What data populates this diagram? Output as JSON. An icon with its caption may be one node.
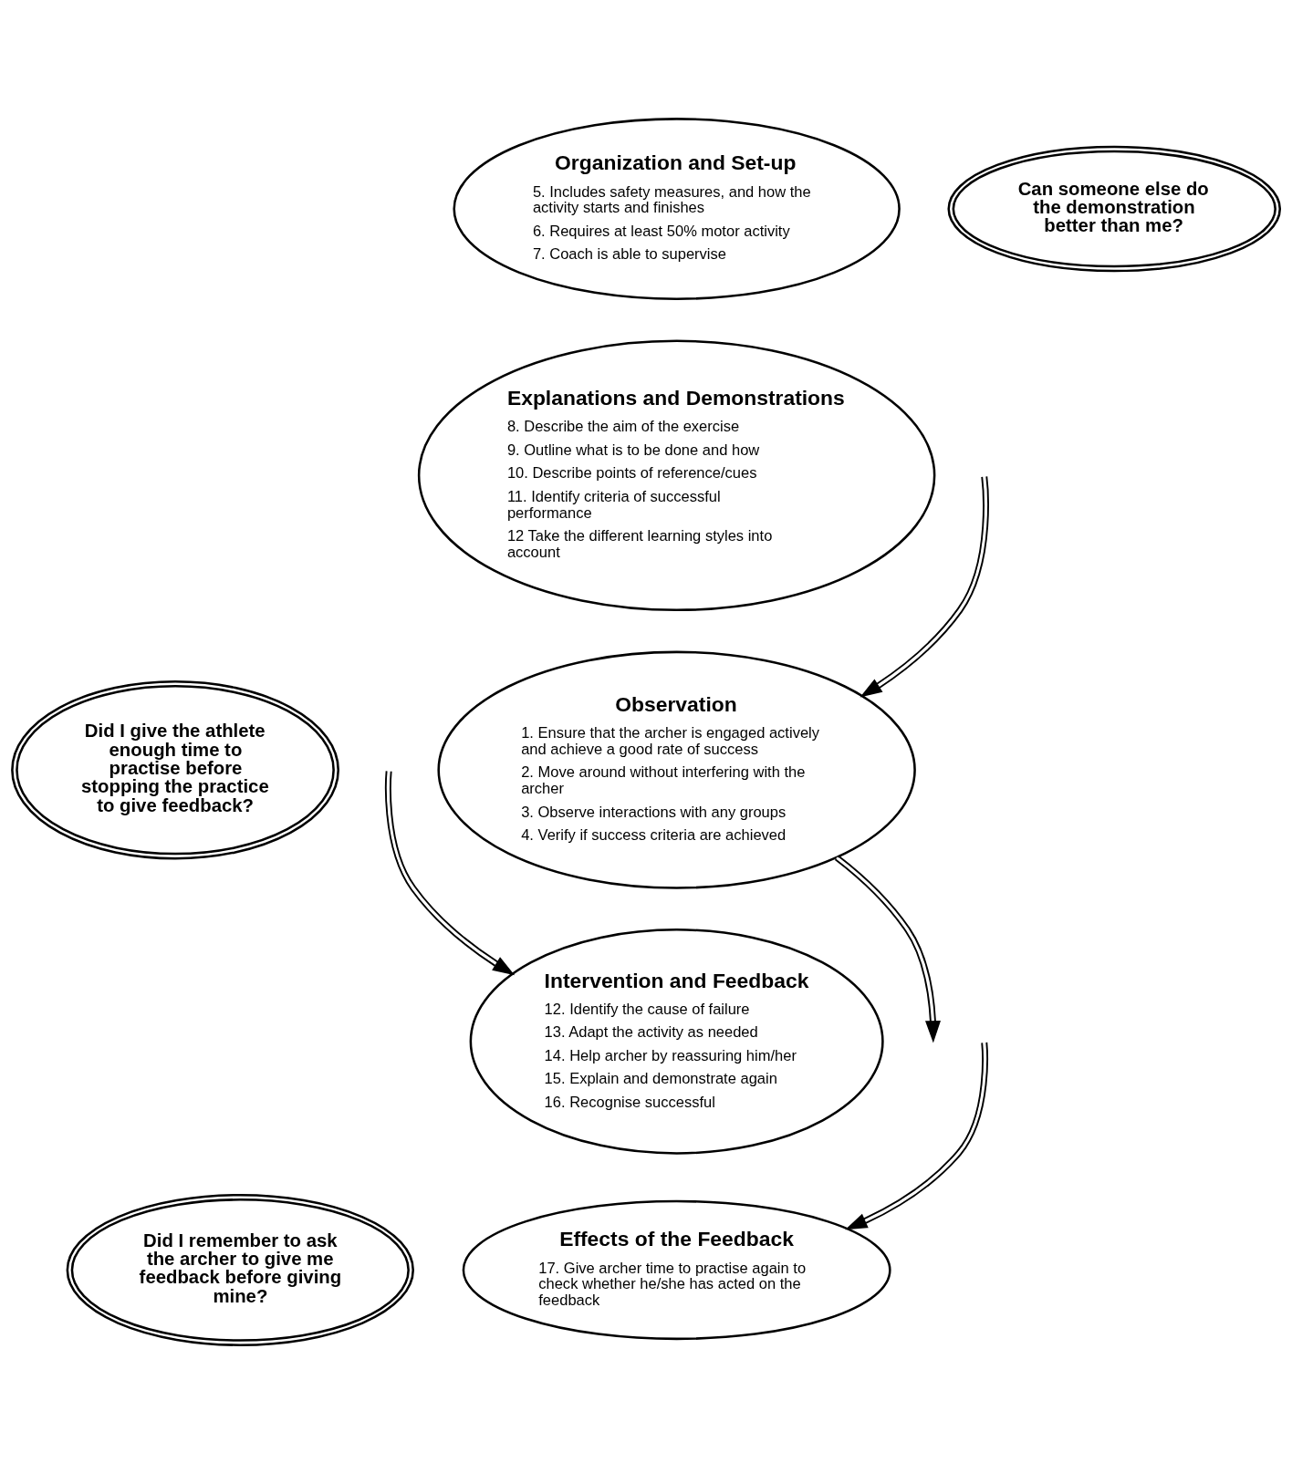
{
  "diagram": {
    "nodes": [
      {
        "text": [
          "Organization and Set-up",
          "5. Includes safety measures, and how the activity starts and finishes",
          "6. Requires at least 50% motor activity",
          "7. Coach is able to supervise"
        ]
      },
      {
        "text": [
          "Can someone else do the demonstration better than me?"
        ]
      },
      {
        "text": [
          "Explanations and Demonstrations",
          "8. Describe the aim of the exercise",
          "9. Outline what is to be done and how",
          "10. Describe points of reference/cues",
          "11. Identify criteria of successful performance",
          "12 Take the different learning styles into account"
        ]
      },
      {
        "text": [
          "Did I give the athlete enough time to practise before stopping the practice to give feedback?"
        ]
      },
      {
        "text": [
          "Observation",
          "1. Ensure that the archer is engaged actively and achieve a good rate of success",
          "2. Move around without interfering with the archer",
          "3. Observe interactions with any groups",
          "4. Verify if success criteria are achieved"
        ]
      },
      {
        "text": [
          "Intervention and Feedback",
          "12. Identify the cause of failure",
          "13. Adapt the activity as needed",
          "14. Help archer by reassuring him/her",
          "15. Explain and demonstrate again",
          "16. Recognise successful"
        ]
      },
      {
        "text": [
          "Effects of the Feedback",
          "17. Give archer time to practise again to check whether he/she has acted on the feedback"
        ]
      },
      {
        "text": [
          "Did I remember to ask the archer to give me feedback before giving mine?"
        ]
      }
    ],
    "edges": [
      {
        "from": null,
        "to": 4,
        "arrow": "to"
      },
      {
        "from": null,
        "to": 5,
        "arrow": "to"
      },
      {
        "from": null,
        "to": 6,
        "arrow": "to"
      },
      {
        "from": 4,
        "to": null,
        "arrow": "to"
      }
    ]
  }
}
